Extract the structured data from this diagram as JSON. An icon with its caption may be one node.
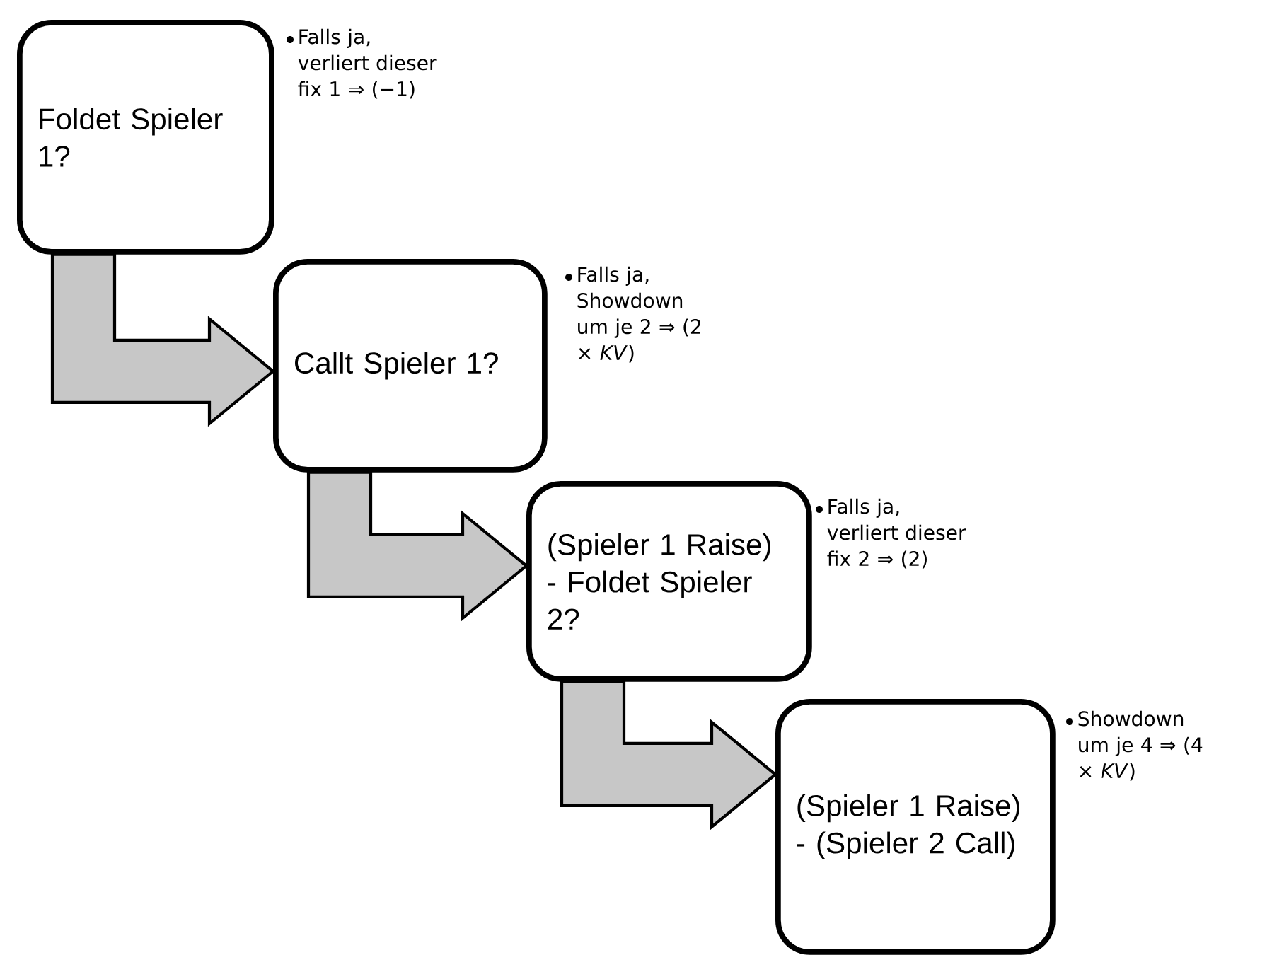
{
  "diagram": {
    "nodes": [
      {
        "text": [
          "Foldet Spieler 1?"
        ],
        "beside": [
          "Falls ja, verliert dieser fix 1 ⇒ (−1)"
        ]
      },
      {
        "text": [
          "Callt Spieler 1?"
        ],
        "beside": [
          "Falls ja, Showdown um je 2 ⇒ (2 × *KV*)"
        ]
      },
      {
        "text": [
          "(Spieler 1 Raise) - Foldet Spieler 2?"
        ],
        "beside": [
          "Falls ja, verliert dieser fix 2 ⇒ (2)"
        ]
      },
      {
        "text": [
          "(Spieler 1 Raise) - (Spieler 2 Call)"
        ],
        "beside": [
          "Showdown um je 4 ⇒ (4 × *KV*)"
        ]
      }
    ],
    "edges": [
      {
        "from": 0,
        "to": 1,
        "arrow": "to"
      },
      {
        "from": 1,
        "to": 2,
        "arrow": "to"
      },
      {
        "from": 2,
        "to": 3,
        "arrow": "to"
      }
    ]
  }
}
